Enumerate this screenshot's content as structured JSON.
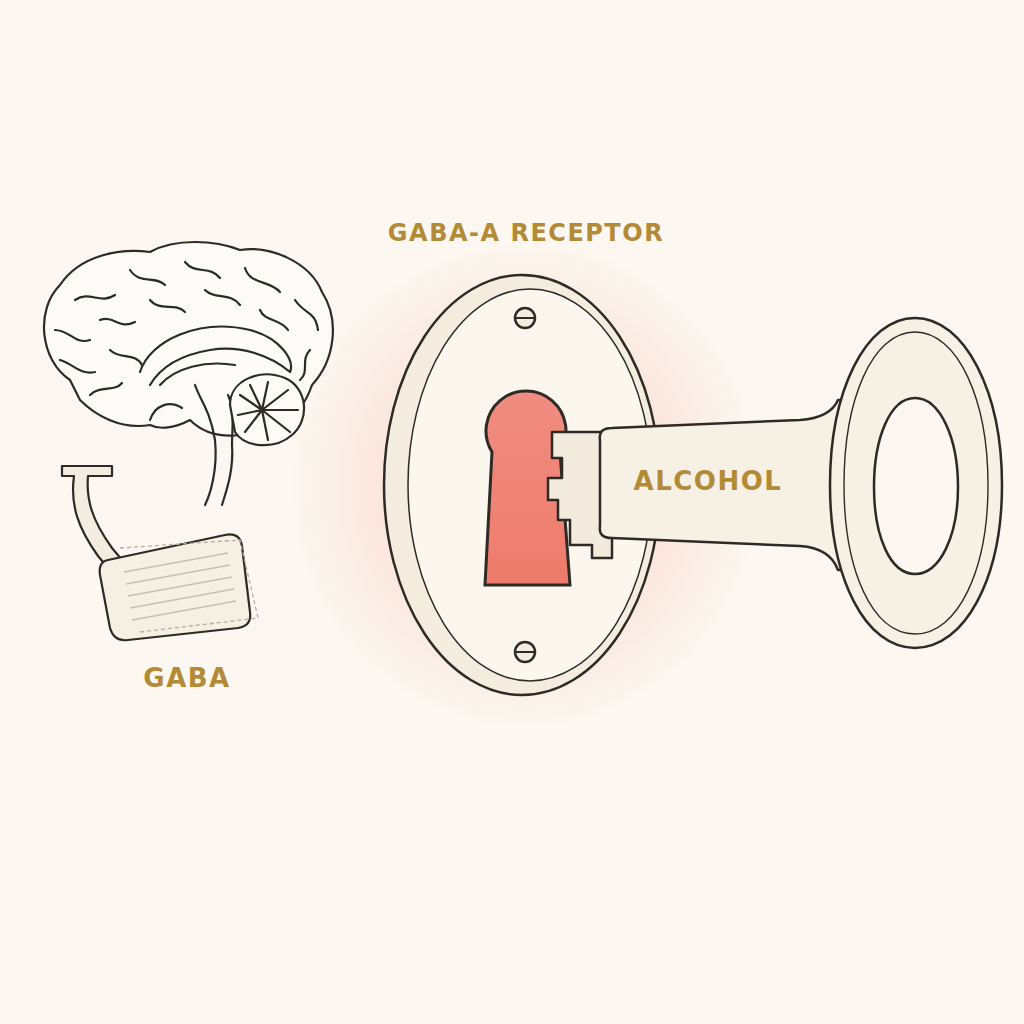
{
  "diagram": {
    "labels": [
      "GABA-A RECEPTOR",
      "ALCOHOL",
      "GABA"
    ]
  }
}
